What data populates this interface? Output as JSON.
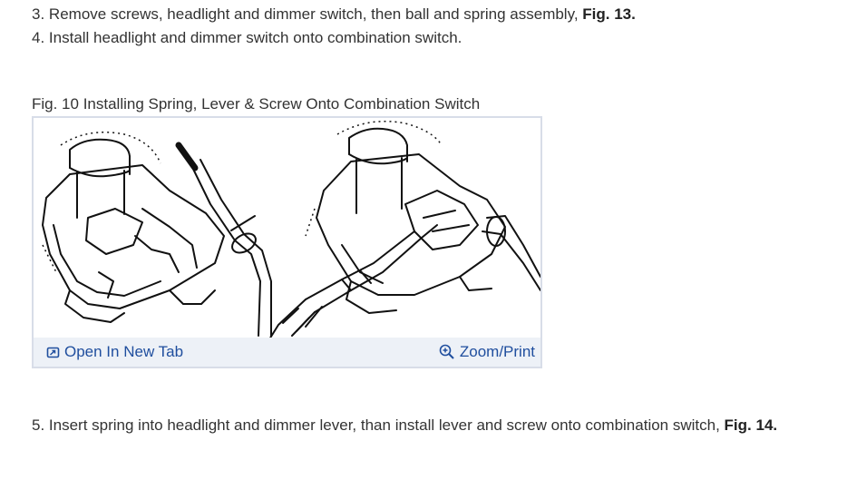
{
  "steps": [
    {
      "number": "3.",
      "text": "Remove screws, headlight and dimmer switch, then ball and spring assembly,",
      "ref": "Fig. 13."
    },
    {
      "number": "4.",
      "text": "Install headlight and dimmer switch onto combination switch.",
      "ref": ""
    },
    {
      "number": "5.",
      "text": "Insert spring into headlight and dimmer lever, than install lever and screw onto combination switch,",
      "ref": "Fig. 14."
    }
  ],
  "figure": {
    "caption": "Fig. 10 Installing Spring, Lever & Screw Onto Combination Switch",
    "actions": {
      "open_new_tab": "Open In New Tab",
      "zoom_print": "Zoom/Print"
    },
    "icons": {
      "open_new_tab": "external-window-icon",
      "zoom_print": "zoom-in-icon"
    },
    "link_color": "#1f4e9e",
    "toolbar_bg": "#edf1f7",
    "border_color": "#d8dde8"
  }
}
